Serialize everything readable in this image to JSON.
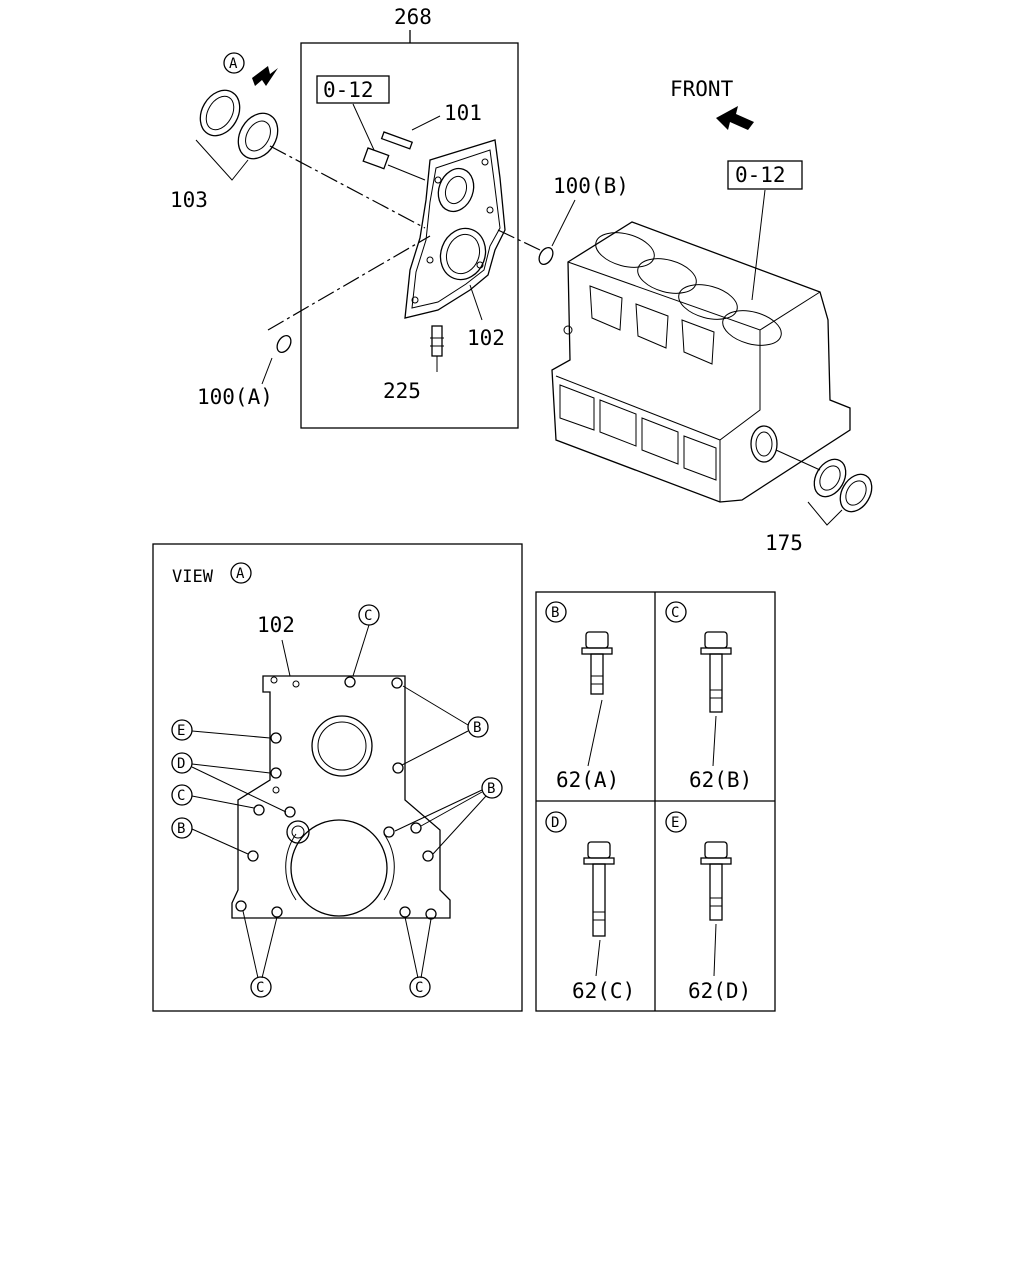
{
  "callouts": {
    "assembly": "268",
    "ref_top": "0-12",
    "ref_block": "0-12",
    "view_marker": "A",
    "p101": "101",
    "p103": "103",
    "p100b": "100(B)",
    "p102": "102",
    "p100a": "100(A)",
    "p225": "225",
    "p175": "175",
    "front": "FRONT"
  },
  "view_a": {
    "title": "VIEW",
    "marker": "A",
    "part": "102",
    "labels": {
      "b": "B",
      "c": "C",
      "d": "D",
      "e": "E"
    }
  },
  "bolt_table": [
    {
      "key": "B",
      "part": "62(A)"
    },
    {
      "key": "C",
      "part": "62(B)"
    },
    {
      "key": "D",
      "part": "62(C)"
    },
    {
      "key": "E",
      "part": "62(D)"
    }
  ]
}
